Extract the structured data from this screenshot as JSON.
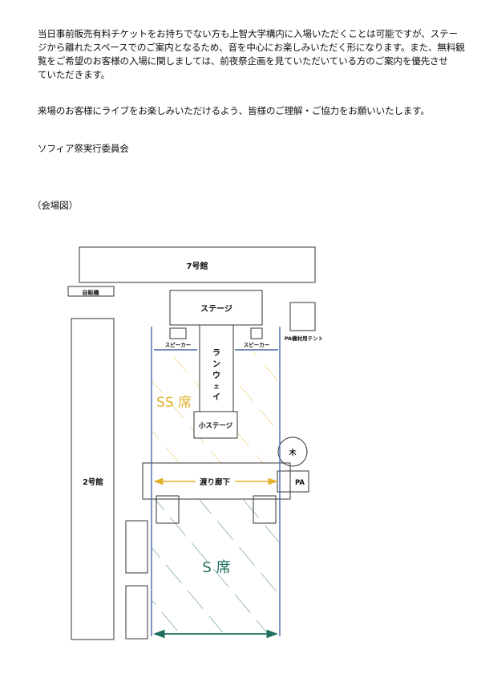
{
  "notice": {
    "paragraph1": [
      "当日事前販売有料チケットをお持ちでない方も上智大学構内に入場いただくことは可能ですが、ステー",
      "ジから離れたスペースでのご案内となるため、音を中心にお楽しみいただく形になります。また、無料観",
      "覧をご希望のお客様の入場に関しましては、前夜祭企画を見ていただいている方のご案内を優先させ",
      "ていただきます。"
    ],
    "paragraph2": "来場のお客様にライブをお楽しみいただけるよう、皆様のご理解・ご協力をお願いいたします。",
    "signature": "ソフィア祭実行委員会",
    "map_caption": "（会場図）"
  },
  "map": {
    "building7": "7号館",
    "vending": "自販機",
    "stage": "ステージ",
    "pa_tent": "PA機材用テント",
    "speaker_left": "スピーカー",
    "speaker_right": "スピーカー",
    "runway": [
      "ラ",
      "ン",
      "ウ",
      "ェ",
      "イ"
    ],
    "small_stage": "小ステージ",
    "ss_seat": "SS 席",
    "tree": "木",
    "corridor": "渡り廊下",
    "pa": "PA",
    "building2": "2号館",
    "s_seat": "S 席",
    "colors": {
      "blue": "#4a6aa8",
      "yellow": "#e2b22c",
      "teal": "#1f6e5e",
      "line": "#333333"
    }
  }
}
